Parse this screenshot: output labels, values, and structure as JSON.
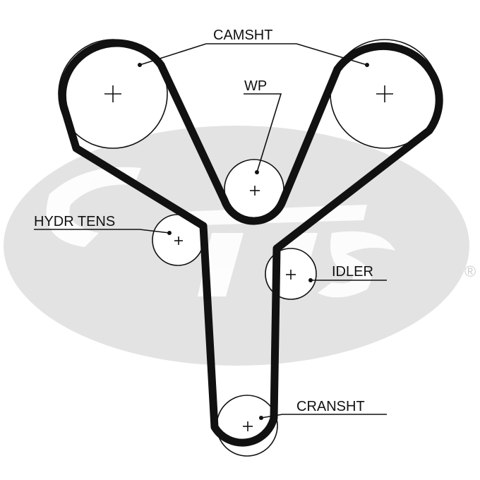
{
  "labels": {
    "camsht": "CAMSHT",
    "wp": "WP",
    "hydr_tens": "HYDR TENS",
    "idler": "IDLER",
    "cransht": "CRANSHT"
  },
  "brand": {
    "mark": "®"
  },
  "colors": {
    "ink": "#111111",
    "watermark": "#e3e3e3",
    "background": "#ffffff"
  }
}
